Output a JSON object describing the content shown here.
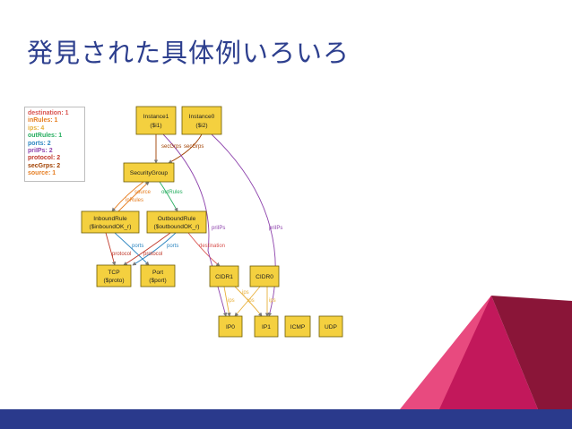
{
  "slide": {
    "title": "発見された具体例いろいろ"
  },
  "legend": [
    {
      "text": "destination: 1",
      "color": "#d9534f"
    },
    {
      "text": "inRules: 1",
      "color": "#e67e22"
    },
    {
      "text": "ips: 4",
      "color": "#e8b03a"
    },
    {
      "text": "outRules: 1",
      "color": "#27ae60"
    },
    {
      "text": "ports: 2",
      "color": "#2e86c1"
    },
    {
      "text": "priIPs: 2",
      "color": "#8e44ad"
    },
    {
      "text": "protocol: 2",
      "color": "#c0392b"
    },
    {
      "text": "secGrps: 2",
      "color": "#a04000"
    },
    {
      "text": "source: 1",
      "color": "#e67e22"
    }
  ],
  "nodes": {
    "instance1": [
      "Instance1",
      "($i1)"
    ],
    "instance0": [
      "Instance0",
      "($i2)"
    ],
    "securitygroup": [
      "SecurityGroup"
    ],
    "inboundrule": [
      "InboundRule",
      "($inboundOK_r)"
    ],
    "outboundrule": [
      "OutboundRule",
      "($outboundOK_r)"
    ],
    "tcp": [
      "TCP",
      "($proto)"
    ],
    "port": [
      "Port",
      "($port)"
    ],
    "cidr1": [
      "CIDR1"
    ],
    "cidr0": [
      "CIDR0"
    ],
    "ip0": [
      "IP0"
    ],
    "ip1": [
      "IP1"
    ],
    "icmp": [
      "ICMP"
    ],
    "udp": [
      "UDP"
    ]
  },
  "edge_labels": {
    "secgrps1": "secGrps",
    "secgrps2": "secGrps",
    "source": "source",
    "outrules": "outRules",
    "inrules": "inRules",
    "ports1": "ports",
    "ports2": "ports",
    "protocol1": "protocol",
    "protocol2": "protocol",
    "destination": "destination",
    "priips1": "priIPs",
    "priips2": "priIPs",
    "ips1": "ips",
    "ips2": "ips",
    "ips3": "ips",
    "ips4": "ips"
  },
  "colors": {
    "title": "#2d3f8e",
    "footer": "#2a3a8c",
    "node_fill": "#f4d03f",
    "accent_pink": "#e84a7f",
    "accent_magenta": "#c2185b",
    "accent_dark": "#8a1538"
  }
}
